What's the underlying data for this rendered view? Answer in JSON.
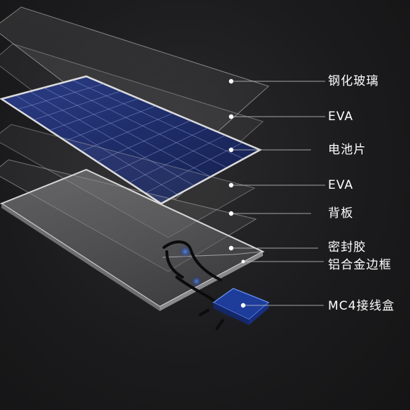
{
  "layers": [
    {
      "id": "glass",
      "label": "钢化玻璃"
    },
    {
      "id": "eva-top",
      "label": "EVA"
    },
    {
      "id": "cells",
      "label": "电池片"
    },
    {
      "id": "eva-bottom",
      "label": "EVA"
    },
    {
      "id": "backsheet",
      "label": "背板"
    },
    {
      "id": "sealant",
      "label": "密封胶"
    },
    {
      "id": "frame",
      "label": "铝合金边框"
    },
    {
      "id": "junction-box",
      "label": "MC4接线盒"
    }
  ],
  "colors": {
    "background": "#1b1b1d",
    "cell_blue": "#1f2f6e",
    "cell_grid": "#8fa2d8",
    "frame_silver": "#b9b9bb",
    "label_text": "#ffffff",
    "leader_line": "#cfcfcf"
  }
}
